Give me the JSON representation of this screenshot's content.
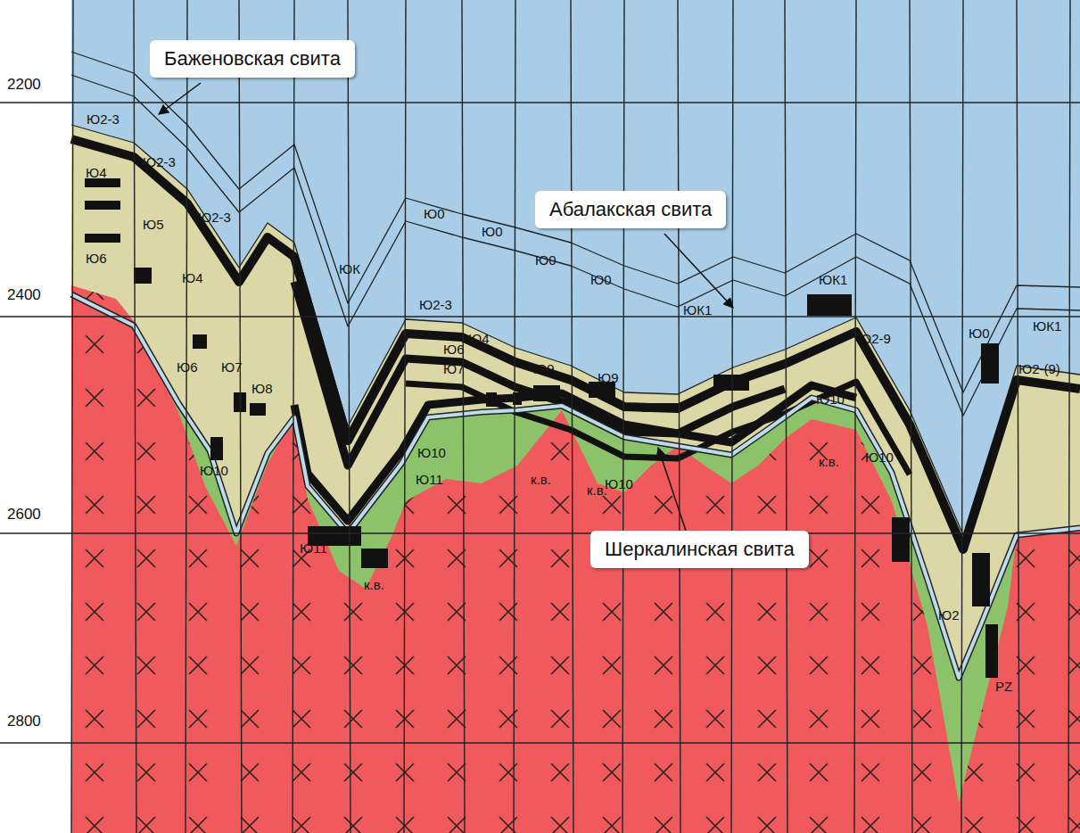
{
  "diagram": {
    "nodes": [
      {
        "text": [
          "Баженовская свита"
        ]
      },
      {
        "text": [
          "Абалакская свита"
        ]
      },
      {
        "text": [
          "Шеркалинская свита"
        ]
      }
    ],
    "labels": [
      "2200",
      "2400",
      "2600",
      "2800",
      "Ю2-3",
      "Ю2-3",
      "Ю2-3",
      "Ю4",
      "Ю5",
      "Ю6",
      "Ю4",
      "Ю6",
      "Ю7",
      "Ю8",
      "ЮК",
      "Ю0",
      "Ю0",
      "Ю0",
      "Ю0",
      "Ю2-3",
      "Ю4",
      "Ю6",
      "Ю7",
      "Ю9",
      "Ю9",
      "ЮК1",
      "ЮК1",
      "Ю2-9",
      "Ю10",
      "Ю10",
      "Ю0",
      "ЮК1",
      "Ю2-(9)",
      "Ю10",
      "Ю10",
      "Ю11",
      "Ю10",
      "Ю11",
      "к.в.",
      "к.в.",
      "к.в.",
      "к.в.",
      "Ю2",
      "PZ"
    ]
  }
}
